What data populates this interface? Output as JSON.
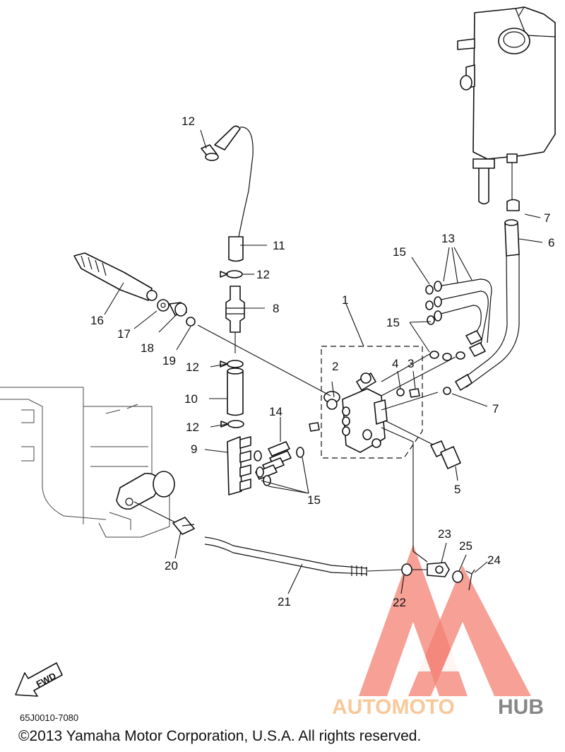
{
  "callouts": [
    {
      "id": "c1",
      "text": "1"
    },
    {
      "id": "c2",
      "text": "2"
    },
    {
      "id": "c3",
      "text": "3"
    },
    {
      "id": "c4",
      "text": "4"
    },
    {
      "id": "c5",
      "text": "5"
    },
    {
      "id": "c6",
      "text": "6"
    },
    {
      "id": "c7a",
      "text": "7"
    },
    {
      "id": "c7b",
      "text": "7"
    },
    {
      "id": "c8",
      "text": "8"
    },
    {
      "id": "c9",
      "text": "9"
    },
    {
      "id": "c10",
      "text": "10"
    },
    {
      "id": "c11",
      "text": "11"
    },
    {
      "id": "c12a",
      "text": "12"
    },
    {
      "id": "c12b",
      "text": "12"
    },
    {
      "id": "c12c",
      "text": "12"
    },
    {
      "id": "c12d",
      "text": "12"
    },
    {
      "id": "c13",
      "text": "13"
    },
    {
      "id": "c14",
      "text": "14"
    },
    {
      "id": "c15a",
      "text": "15"
    },
    {
      "id": "c15b",
      "text": "15"
    },
    {
      "id": "c15c",
      "text": "15"
    },
    {
      "id": "c16",
      "text": "16"
    },
    {
      "id": "c17",
      "text": "17"
    },
    {
      "id": "c18",
      "text": "18"
    },
    {
      "id": "c19",
      "text": "19"
    },
    {
      "id": "c20",
      "text": "20"
    },
    {
      "id": "c21",
      "text": "21"
    },
    {
      "id": "c22",
      "text": "22"
    },
    {
      "id": "c23",
      "text": "23"
    },
    {
      "id": "c24",
      "text": "24"
    },
    {
      "id": "c25",
      "text": "25"
    }
  ],
  "fwd_label": "FWD",
  "diagram_code": "65J0010-7080",
  "copyright": "©2013 Yamaha Motor Corporation, U.S.A. All rights reserved.",
  "watermark": {
    "part1": "AUTOMOTO",
    "part2": "HUB",
    "color_primary": "#f26b5b",
    "color_secondary": "#f7c99a",
    "color_tertiary": "#555555"
  }
}
